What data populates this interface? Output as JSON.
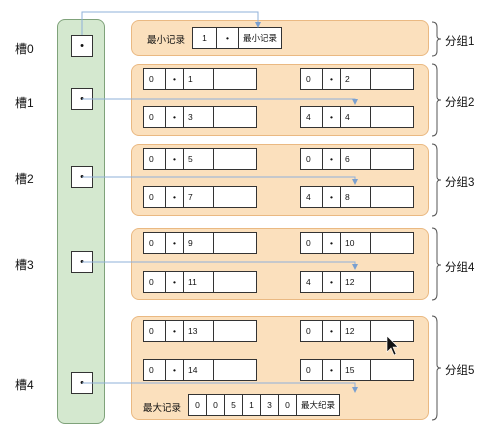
{
  "slots": [
    {
      "label": "槽0",
      "dot": "•"
    },
    {
      "label": "槽1",
      "dot": "•"
    },
    {
      "label": "槽2",
      "dot": "•"
    },
    {
      "label": "槽3",
      "dot": "•"
    },
    {
      "label": "槽4",
      "dot": "•"
    }
  ],
  "groups": [
    {
      "label": "分组1",
      "prefix": "最小记录",
      "record": [
        "1",
        "•",
        "最小记录"
      ]
    },
    {
      "label": "分组2",
      "records": [
        [
          "0",
          "•",
          "1",
          ""
        ],
        [
          "0",
          "•",
          "2",
          ""
        ],
        [
          "0",
          "•",
          "3",
          ""
        ],
        [
          "4",
          "•",
          "4",
          ""
        ]
      ]
    },
    {
      "label": "分组3",
      "records": [
        [
          "0",
          "•",
          "5",
          ""
        ],
        [
          "0",
          "•",
          "6",
          ""
        ],
        [
          "0",
          "•",
          "7",
          ""
        ],
        [
          "4",
          "•",
          "8",
          ""
        ]
      ]
    },
    {
      "label": "分组4",
      "records": [
        [
          "0",
          "•",
          "9",
          ""
        ],
        [
          "0",
          "•",
          "10",
          ""
        ],
        [
          "0",
          "•",
          "11",
          ""
        ],
        [
          "4",
          "•",
          "12",
          ""
        ]
      ]
    },
    {
      "label": "分组5",
      "records": [
        [
          "0",
          "•",
          "13",
          ""
        ],
        [
          "0",
          "•",
          "12",
          ""
        ],
        [
          "0",
          "•",
          "14",
          ""
        ],
        [
          "0",
          "•",
          "15",
          ""
        ]
      ],
      "prefix": "最大记录",
      "max_record": [
        "0",
        "0",
        "5",
        "1",
        "3",
        "0",
        "最大纪录"
      ]
    }
  ]
}
